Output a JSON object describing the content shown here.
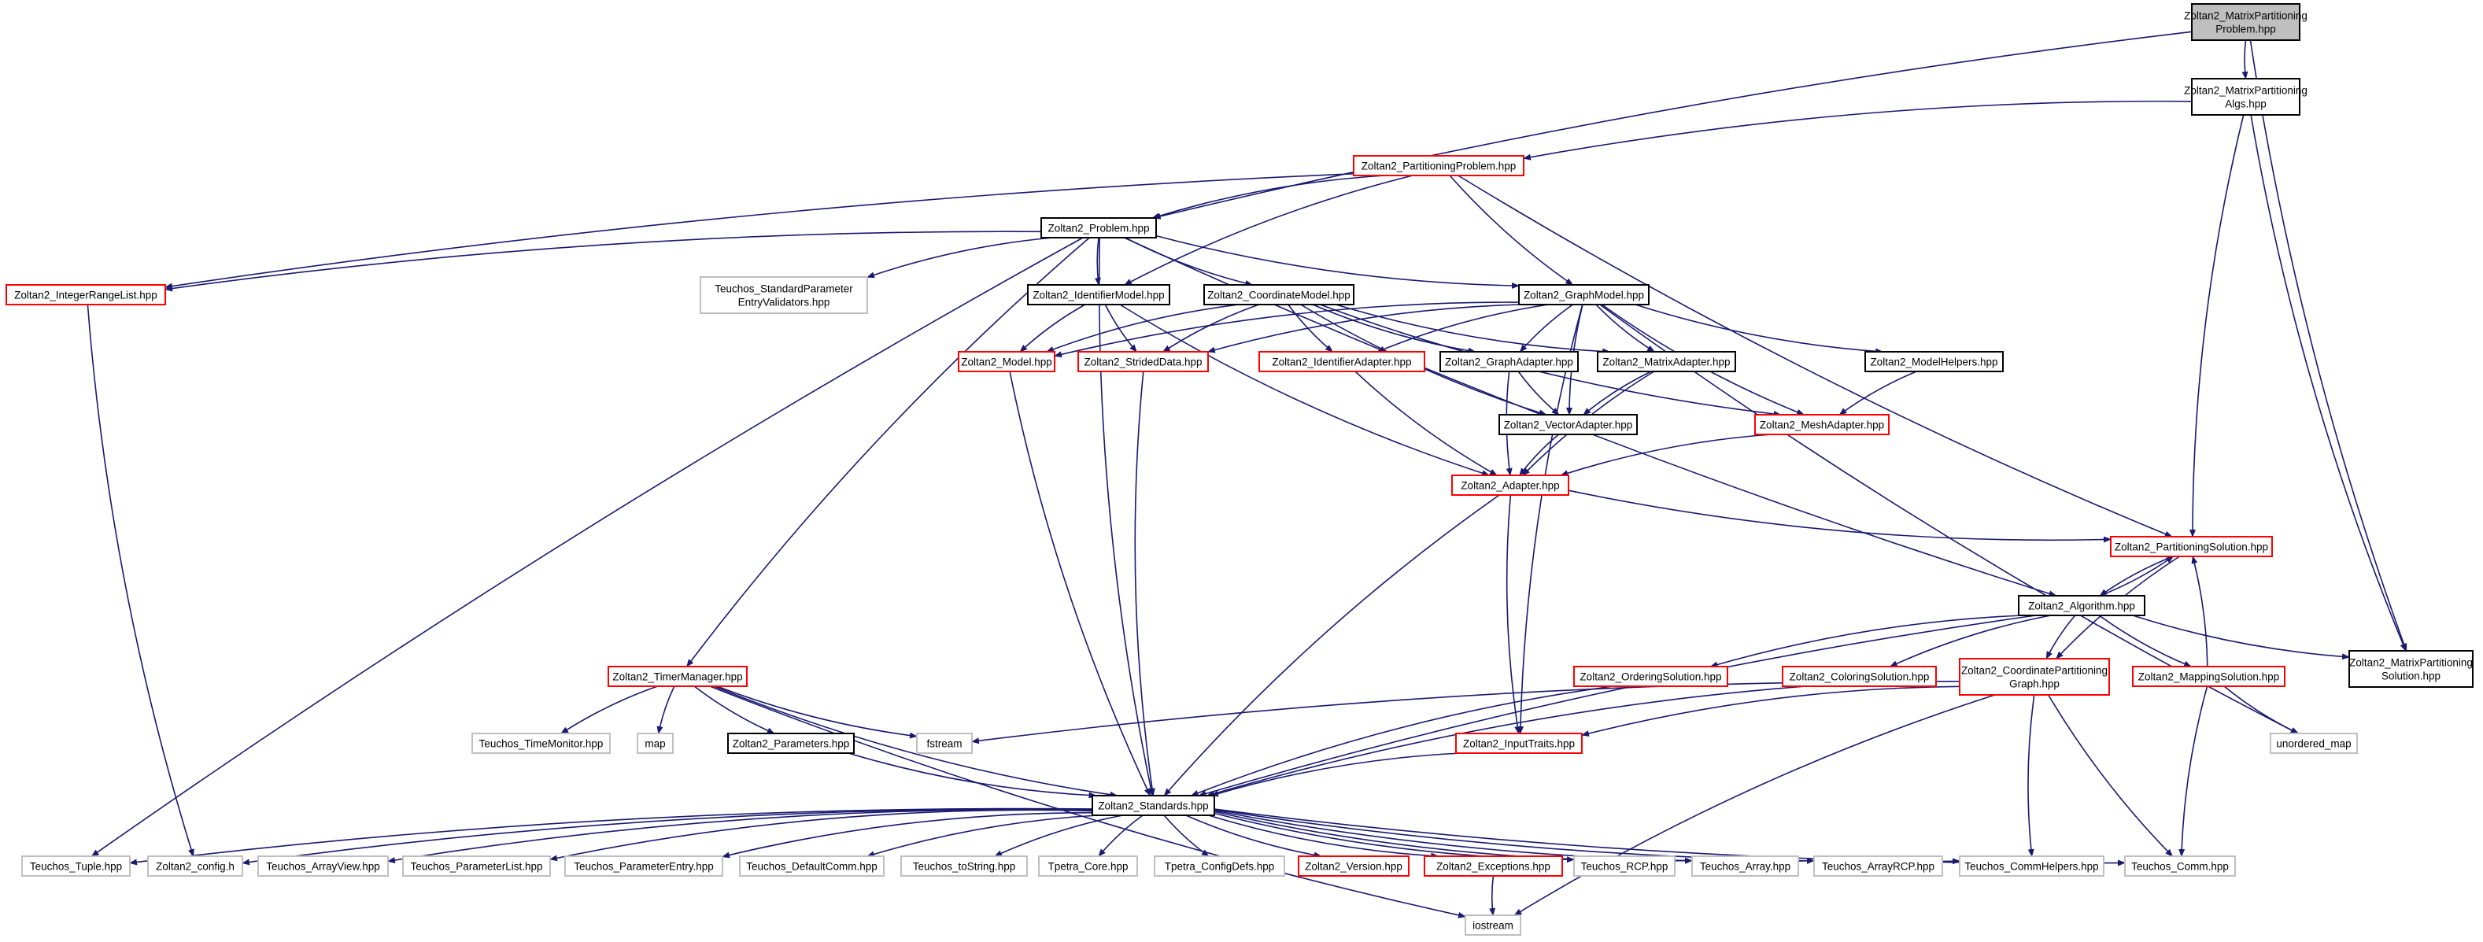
{
  "graph": {
    "node_border_colors": {
      "black": "#000000",
      "red": "#ff0000",
      "gray": "#bfbfbf",
      "root_fill": "#bfbfbf"
    },
    "edge_color": "#191970",
    "nodes": {
      "root": {
        "lines": [
          "Zoltan2_MatrixPartitioning",
          "Problem.hpp"
        ],
        "style": "root"
      },
      "mpalgs": {
        "lines": [
          "Zoltan2_MatrixPartitioning",
          "Algs.hpp"
        ],
        "style": "black"
      },
      "partprob": {
        "lines": [
          "Zoltan2_PartitioningProblem.hpp"
        ],
        "style": "red"
      },
      "problem": {
        "lines": [
          "Zoltan2_Problem.hpp"
        ],
        "style": "black"
      },
      "intrange": {
        "lines": [
          "Zoltan2_IntegerRangeList.hpp"
        ],
        "style": "red"
      },
      "spev": {
        "lines": [
          "Teuchos_StandardParameter",
          "EntryValidators.hpp"
        ],
        "style": "gray"
      },
      "idmodel": {
        "lines": [
          "Zoltan2_IdentifierModel.hpp"
        ],
        "style": "black"
      },
      "coordmodel": {
        "lines": [
          "Zoltan2_CoordinateModel.hpp"
        ],
        "style": "black"
      },
      "graphmodel": {
        "lines": [
          "Zoltan2_GraphModel.hpp"
        ],
        "style": "black"
      },
      "model": {
        "lines": [
          "Zoltan2_Model.hpp"
        ],
        "style": "red"
      },
      "strided": {
        "lines": [
          "Zoltan2_StridedData.hpp"
        ],
        "style": "red"
      },
      "idadapter": {
        "lines": [
          "Zoltan2_IdentifierAdapter.hpp"
        ],
        "style": "red"
      },
      "graphadapter": {
        "lines": [
          "Zoltan2_GraphAdapter.hpp"
        ],
        "style": "black"
      },
      "matrixadapter": {
        "lines": [
          "Zoltan2_MatrixAdapter.hpp"
        ],
        "style": "black"
      },
      "modelhelpers": {
        "lines": [
          "Zoltan2_ModelHelpers.hpp"
        ],
        "style": "black"
      },
      "vectoradapter": {
        "lines": [
          "Zoltan2_VectorAdapter.hpp"
        ],
        "style": "black"
      },
      "meshadapter": {
        "lines": [
          "Zoltan2_MeshAdapter.hpp"
        ],
        "style": "red"
      },
      "adapter": {
        "lines": [
          "Zoltan2_Adapter.hpp"
        ],
        "style": "red"
      },
      "partsol": {
        "lines": [
          "Zoltan2_PartitioningSolution.hpp"
        ],
        "style": "red"
      },
      "algorithm": {
        "lines": [
          "Zoltan2_Algorithm.hpp"
        ],
        "style": "black"
      },
      "mpsol": {
        "lines": [
          "Zoltan2_MatrixPartitioning",
          "Solution.hpp"
        ],
        "style": "black"
      },
      "timermgr": {
        "lines": [
          "Zoltan2_TimerManager.hpp"
        ],
        "style": "red"
      },
      "ordsol": {
        "lines": [
          "Zoltan2_OrderingSolution.hpp"
        ],
        "style": "red"
      },
      "colsol": {
        "lines": [
          "Zoltan2_ColoringSolution.hpp"
        ],
        "style": "red"
      },
      "cpg": {
        "lines": [
          "Zoltan2_CoordinatePartitioning",
          "Graph.hpp"
        ],
        "style": "red"
      },
      "mapsol": {
        "lines": [
          "Zoltan2_MappingSolution.hpp"
        ],
        "style": "red"
      },
      "timemon": {
        "lines": [
          "Teuchos_TimeMonitor.hpp"
        ],
        "style": "gray"
      },
      "map": {
        "lines": [
          "map"
        ],
        "style": "gray"
      },
      "params": {
        "lines": [
          "Zoltan2_Parameters.hpp"
        ],
        "style": "black"
      },
      "fstream": {
        "lines": [
          "fstream"
        ],
        "style": "gray"
      },
      "inputtraits": {
        "lines": [
          "Zoltan2_InputTraits.hpp"
        ],
        "style": "red"
      },
      "umap": {
        "lines": [
          "unordered_map"
        ],
        "style": "gray"
      },
      "standards": {
        "lines": [
          "Zoltan2_Standards.hpp"
        ],
        "style": "black"
      },
      "tuple": {
        "lines": [
          "Teuchos_Tuple.hpp"
        ],
        "style": "gray"
      },
      "config": {
        "lines": [
          "Zoltan2_config.h"
        ],
        "style": "gray"
      },
      "arrayview": {
        "lines": [
          "Teuchos_ArrayView.hpp"
        ],
        "style": "gray"
      },
      "paramlist": {
        "lines": [
          "Teuchos_ParameterList.hpp"
        ],
        "style": "gray"
      },
      "paramentry": {
        "lines": [
          "Teuchos_ParameterEntry.hpp"
        ],
        "style": "gray"
      },
      "defcomm": {
        "lines": [
          "Teuchos_DefaultComm.hpp"
        ],
        "style": "gray"
      },
      "tostring": {
        "lines": [
          "Teuchos_toString.hpp"
        ],
        "style": "gray"
      },
      "tpetracore": {
        "lines": [
          "Tpetra_Core.hpp"
        ],
        "style": "gray"
      },
      "tpetradefs": {
        "lines": [
          "Tpetra_ConfigDefs.hpp"
        ],
        "style": "gray"
      },
      "version": {
        "lines": [
          "Zoltan2_Version.hpp"
        ],
        "style": "red"
      },
      "exceptions": {
        "lines": [
          "Zoltan2_Exceptions.hpp"
        ],
        "style": "red"
      },
      "rcp": {
        "lines": [
          "Teuchos_RCP.hpp"
        ],
        "style": "gray"
      },
      "array": {
        "lines": [
          "Teuchos_Array.hpp"
        ],
        "style": "gray"
      },
      "arrayrcp": {
        "lines": [
          "Teuchos_ArrayRCP.hpp"
        ],
        "style": "gray"
      },
      "commhelpers": {
        "lines": [
          "Teuchos_CommHelpers.hpp"
        ],
        "style": "gray"
      },
      "comm": {
        "lines": [
          "Teuchos_Comm.hpp"
        ],
        "style": "gray"
      },
      "iostream": {
        "lines": [
          "iostream"
        ],
        "style": "gray"
      }
    },
    "edges": [
      [
        "root",
        "mpalgs"
      ],
      [
        "root",
        "problem"
      ],
      [
        "root",
        "mpsol"
      ],
      [
        "mpalgs",
        "partprob"
      ],
      [
        "mpalgs",
        "partsol"
      ],
      [
        "mpalgs",
        "mpsol"
      ],
      [
        "partprob",
        "problem"
      ],
      [
        "partprob",
        "intrange"
      ],
      [
        "partprob",
        "idmodel"
      ],
      [
        "partprob",
        "graphmodel"
      ],
      [
        "partprob",
        "partsol"
      ],
      [
        "problem",
        "intrange"
      ],
      [
        "problem",
        "spev"
      ],
      [
        "problem",
        "idmodel"
      ],
      [
        "problem",
        "coordmodel"
      ],
      [
        "problem",
        "graphmodel"
      ],
      [
        "problem",
        "tuple"
      ],
      [
        "problem",
        "timermgr"
      ],
      [
        "problem",
        "standards"
      ],
      [
        "problem",
        "algorithm"
      ],
      [
        "intrange",
        "config"
      ],
      [
        "idmodel",
        "model"
      ],
      [
        "idmodel",
        "strided"
      ],
      [
        "idmodel",
        "adapter"
      ],
      [
        "coordmodel",
        "model"
      ],
      [
        "coordmodel",
        "strided"
      ],
      [
        "coordmodel",
        "idadapter"
      ],
      [
        "coordmodel",
        "graphadapter"
      ],
      [
        "coordmodel",
        "matrixadapter"
      ],
      [
        "coordmodel",
        "vectoradapter"
      ],
      [
        "coordmodel",
        "meshadapter"
      ],
      [
        "graphmodel",
        "model"
      ],
      [
        "graphmodel",
        "strided"
      ],
      [
        "graphmodel",
        "idadapter"
      ],
      [
        "graphmodel",
        "graphadapter"
      ],
      [
        "graphmodel",
        "matrixadapter"
      ],
      [
        "graphmodel",
        "modelhelpers"
      ],
      [
        "graphmodel",
        "vectoradapter"
      ],
      [
        "graphmodel",
        "meshadapter"
      ],
      [
        "graphmodel",
        "inputtraits"
      ],
      [
        "graphmodel",
        "umap"
      ],
      [
        "model",
        "standards"
      ],
      [
        "strided",
        "standards"
      ],
      [
        "idadapter",
        "adapter"
      ],
      [
        "graphadapter",
        "vectoradapter"
      ],
      [
        "graphadapter",
        "adapter"
      ],
      [
        "matrixadapter",
        "vectoradapter"
      ],
      [
        "matrixadapter",
        "adapter"
      ],
      [
        "modelhelpers",
        "meshadapter"
      ],
      [
        "vectoradapter",
        "adapter"
      ],
      [
        "meshadapter",
        "adapter"
      ],
      [
        "adapter",
        "partsol"
      ],
      [
        "adapter",
        "inputtraits"
      ],
      [
        "adapter",
        "standards"
      ],
      [
        "partsol",
        "algorithm"
      ],
      [
        "partsol",
        "cpg"
      ],
      [
        "algorithm",
        "partsol"
      ],
      [
        "algorithm",
        "mpsol"
      ],
      [
        "algorithm",
        "ordsol"
      ],
      [
        "algorithm",
        "colsol"
      ],
      [
        "algorithm",
        "cpg"
      ],
      [
        "algorithm",
        "mapsol"
      ],
      [
        "algorithm",
        "standards"
      ],
      [
        "timermgr",
        "timemon"
      ],
      [
        "timermgr",
        "map"
      ],
      [
        "timermgr",
        "params"
      ],
      [
        "timermgr",
        "fstream"
      ],
      [
        "timermgr",
        "standards"
      ],
      [
        "timermgr",
        "iostream"
      ],
      [
        "params",
        "standards"
      ],
      [
        "ordsol",
        "standards"
      ],
      [
        "colsol",
        "standards"
      ],
      [
        "cpg",
        "fstream"
      ],
      [
        "cpg",
        "inputtraits"
      ],
      [
        "cpg",
        "commhelpers"
      ],
      [
        "cpg",
        "comm"
      ],
      [
        "cpg",
        "iostream"
      ],
      [
        "mapsol",
        "partsol"
      ],
      [
        "mapsol",
        "umap"
      ],
      [
        "mapsol",
        "comm"
      ],
      [
        "inputtraits",
        "standards"
      ],
      [
        "standards",
        "tuple"
      ],
      [
        "standards",
        "config"
      ],
      [
        "standards",
        "arrayview"
      ],
      [
        "standards",
        "paramlist"
      ],
      [
        "standards",
        "paramentry"
      ],
      [
        "standards",
        "defcomm"
      ],
      [
        "standards",
        "tostring"
      ],
      [
        "standards",
        "tpetracore"
      ],
      [
        "standards",
        "tpetradefs"
      ],
      [
        "standards",
        "version"
      ],
      [
        "standards",
        "exceptions"
      ],
      [
        "standards",
        "rcp"
      ],
      [
        "standards",
        "array"
      ],
      [
        "standards",
        "arrayrcp"
      ],
      [
        "standards",
        "commhelpers"
      ],
      [
        "standards",
        "comm"
      ],
      [
        "exceptions",
        "iostream"
      ]
    ]
  }
}
